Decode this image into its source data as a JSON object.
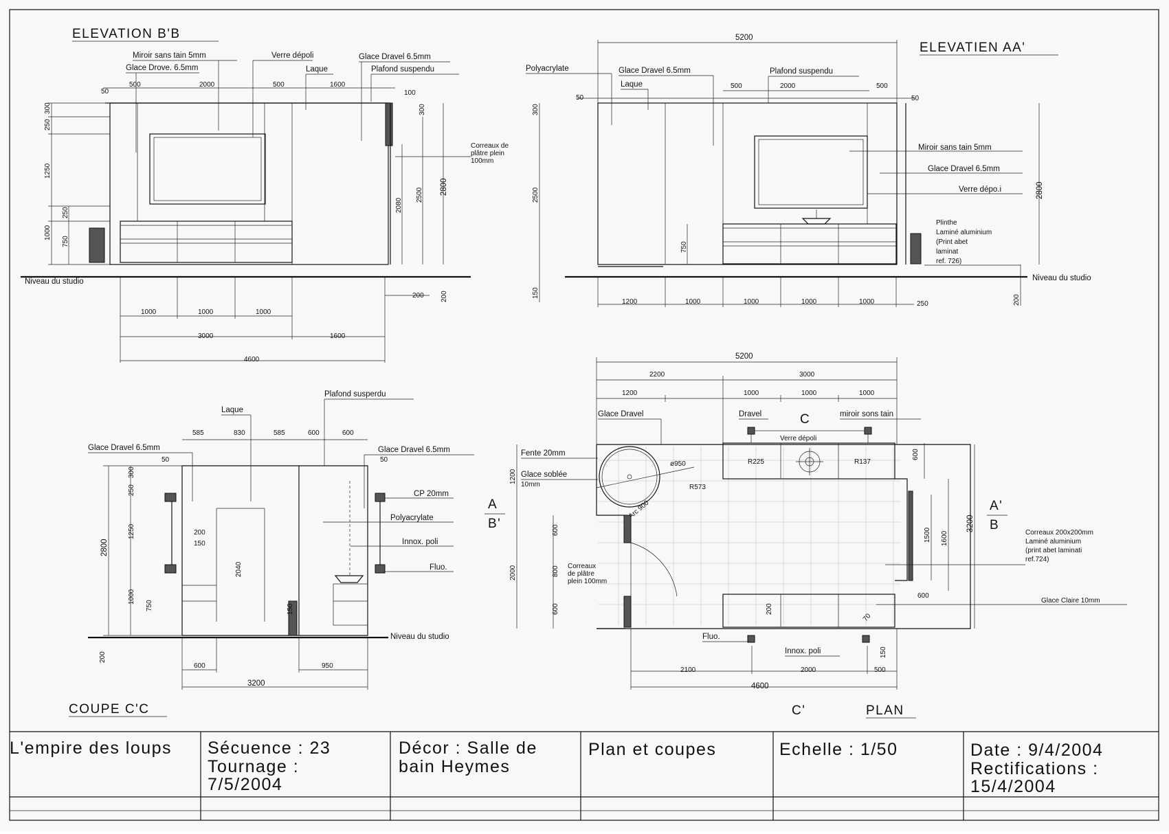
{
  "views": {
    "elev_bb": {
      "title": "ELEVATION B'B",
      "labels": {
        "miroir": "Miroir sans tain 5mm",
        "verre": "Verre dépoli",
        "glace65": "Glace Dravel 6.5mm",
        "glace_drove": "Glace Drove. 6.5mm",
        "laque": "Laque",
        "plafond": "Plafond suspendu",
        "carreaux1": "Correaux de",
        "carreaux2": "plâtre plein",
        "carreaux3": "100mm",
        "niveau": "Niveau du studio"
      },
      "dims": [
        "50",
        "500",
        "2000",
        "500",
        "1600",
        "100",
        "300",
        "250",
        "1250",
        "250",
        "1000",
        "750",
        "2080",
        "2500",
        "2800",
        "300",
        "200",
        "200",
        "1000",
        "1000",
        "1000",
        "3000",
        "1600",
        "4600"
      ]
    },
    "elev_aa": {
      "title": "ELEVATIEN AA'",
      "labels": {
        "poly": "Polyacrylate",
        "glace": "Glace Dravel 6.5mm",
        "laque": "Laque",
        "plafond": "Plafond suspendu",
        "miroir": "Miroir sans tain 5mm",
        "glace2": "Glace Dravel 6.5mm",
        "verre": "Verre dépo.i",
        "plinthe1": "Plinthe",
        "plinthe2": "Laminé aluminium",
        "plinthe3": "(Print abet",
        "plinthe4": "laminat",
        "plinthe5": "ref. 726)",
        "niveau": "Niveau du studio"
      },
      "dims": [
        "5200",
        "50",
        "500",
        "2000",
        "500",
        "50",
        "300",
        "2500",
        "750",
        "2800",
        "150",
        "200",
        "1200",
        "1000",
        "1000",
        "1000",
        "1000",
        "250"
      ]
    },
    "coupe_cc": {
      "title": "COUPE C'C",
      "labels": {
        "laque": "Laque",
        "plafond": "Plafond susperdu",
        "glace_l": "Glace Dravel 6.5mm",
        "glace_r": "Glace Dravel 6.5mm",
        "cp": "CP 20mm",
        "poly": "Polyacrylate",
        "innox": "Innox. poli",
        "fluo": "Fluo.",
        "niveau": "Niveau du studio"
      },
      "dims": [
        "585",
        "830",
        "585",
        "600",
        "600",
        "50",
        "50",
        "300",
        "250",
        "1250",
        "200",
        "150",
        "2800",
        "2040",
        "1000",
        "750",
        "150",
        "200",
        "600",
        "950",
        "3200"
      ]
    },
    "plan": {
      "title": "PLAN",
      "labels": {
        "glace_dravel": "Glace Dravel",
        "dravel": "Dravel",
        "miroir": "miroir sons tain",
        "verre": "Verre dépoli",
        "fente": "Fente 20mm",
        "glace_sablee1": "Glace soblée",
        "glace_sablee2": "10mm",
        "r225": "R225",
        "r137": "R137",
        "o950": "ø950",
        "r573": "R573",
        "arc": "Arc 900",
        "carreaux_p1": "Correaux",
        "carreaux_p2": "de plâtre",
        "carreaux_p3": "plein 100mm",
        "carreaux_a1": "Correaux 200x200mm",
        "carreaux_a2": "Laminé aluminium",
        "carreaux_a3": "(print abet laminati",
        "carreaux_a4": "ref.724)",
        "glace_claire": "Glace Claire 10mm",
        "fluo": "Fluo.",
        "innox": "Innox. poli",
        "sec_c": "C",
        "sec_c2": "C'",
        "sec_a": "A",
        "sec_b": "B'",
        "sec_a2": "A'",
        "sec_b2": "B"
      },
      "dims": [
        "5200",
        "2200",
        "3000",
        "1200",
        "1000",
        "1000",
        "1000",
        "1200",
        "600",
        "2000",
        "600",
        "800",
        "600",
        "600",
        "1500",
        "1600",
        "3200",
        "200",
        "70",
        "150",
        "2100",
        "2000",
        "500",
        "4600"
      ]
    }
  },
  "title_block": {
    "film": "L'empire des loups",
    "seq1": "Sécuence : 23",
    "seq2": "Tournage :",
    "seq3": "7/5/2004",
    "decor1": "Décor : Salle de",
    "decor2": "bain Heymes",
    "plan": "Plan et coupes",
    "echelle": "Echelle : 1/50",
    "date1": "Date : 9/4/2004",
    "date2": "Rectifications :",
    "date3": "15/4/2004"
  }
}
